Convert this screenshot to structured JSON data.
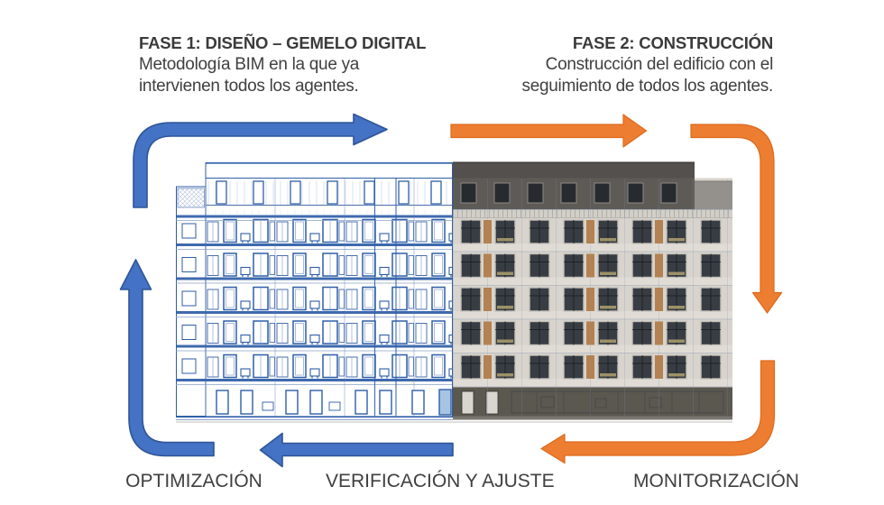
{
  "phase1": {
    "title": "FASE 1: DISEÑO – GEMELO DIGITAL",
    "line1": "Metodología BIM en la que ya",
    "line2": "intervienen todos los agentes.",
    "arrow_color": "#4472C4",
    "arrow_border": "#2F5597"
  },
  "phase2": {
    "title": "FASE 2: CONSTRUCCIÓN",
    "line1": "Construcción del edificio con el",
    "line2": "seguimiento de todos los agentes.",
    "arrow_color": "#ED7D31",
    "arrow_border": "#DC6A1C"
  },
  "cycle_labels": {
    "optimizacion": "OPTIMIZACIÓN",
    "verificacion": "VERIFICACIÓN Y AJUSTE",
    "monitorizacion": "MONITORIZACIÓN"
  },
  "text_color": "#3F3F3F",
  "illustration": {
    "description": "Building facade split in half: left side BIM digital-twin blueprint drawing, right side construction render",
    "blueprint_line_color": "#2E5EA8",
    "facade_color": "#D8D4CD",
    "roof_color": "#53504D",
    "accent_panel_color": "#B5814F"
  }
}
